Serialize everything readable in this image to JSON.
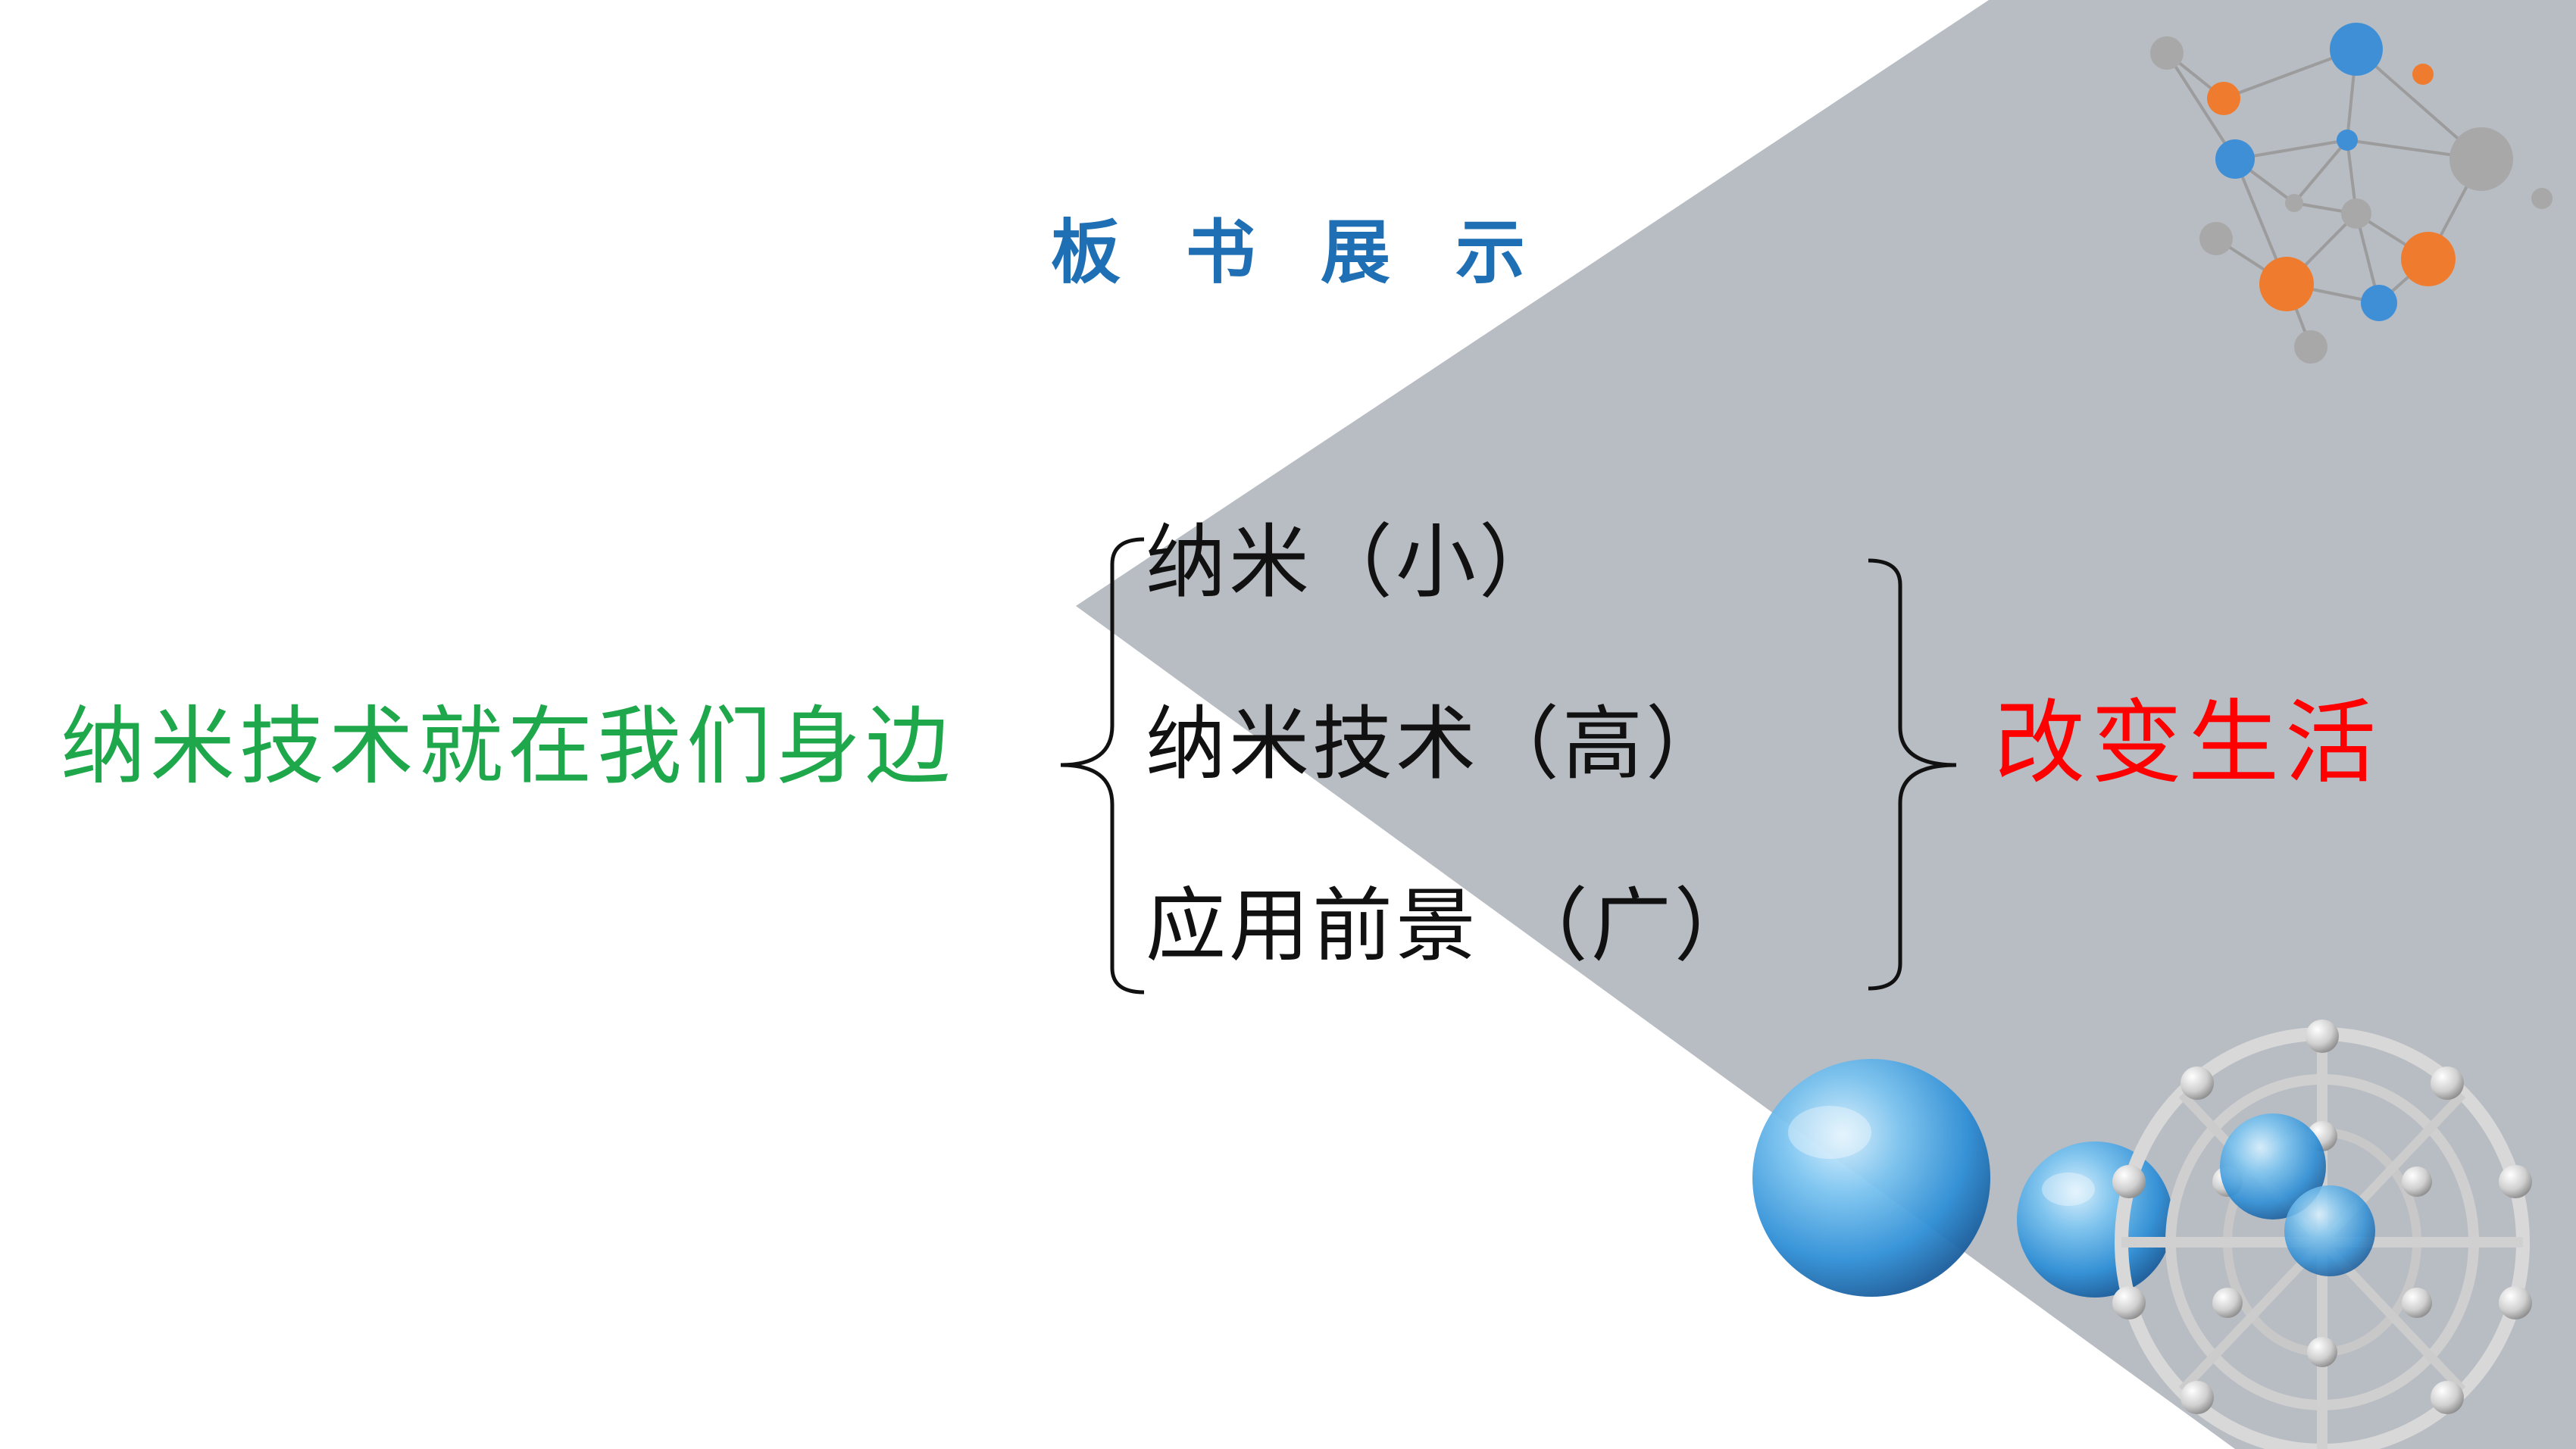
{
  "title": "板书展示",
  "main_topic": "纳米技术就在我们身边",
  "branches": [
    "纳米（小）",
    "纳米技术（高）",
    "应用前景  （广）"
  ],
  "conclusion": "改变生活",
  "colors": {
    "title": "#1f6fb5",
    "main_topic": "#1fa84b",
    "branch_text": "#111111",
    "conclusion": "#ff0000",
    "gray_panel": "#b8bcc3",
    "node_blue": "#3f8fd6",
    "node_orange": "#ef7c2e",
    "node_gray": "#a8a8a8"
  },
  "decorations": [
    "network-graph-icon",
    "water-sphere-icon",
    "fullerene-molecule-icon"
  ]
}
